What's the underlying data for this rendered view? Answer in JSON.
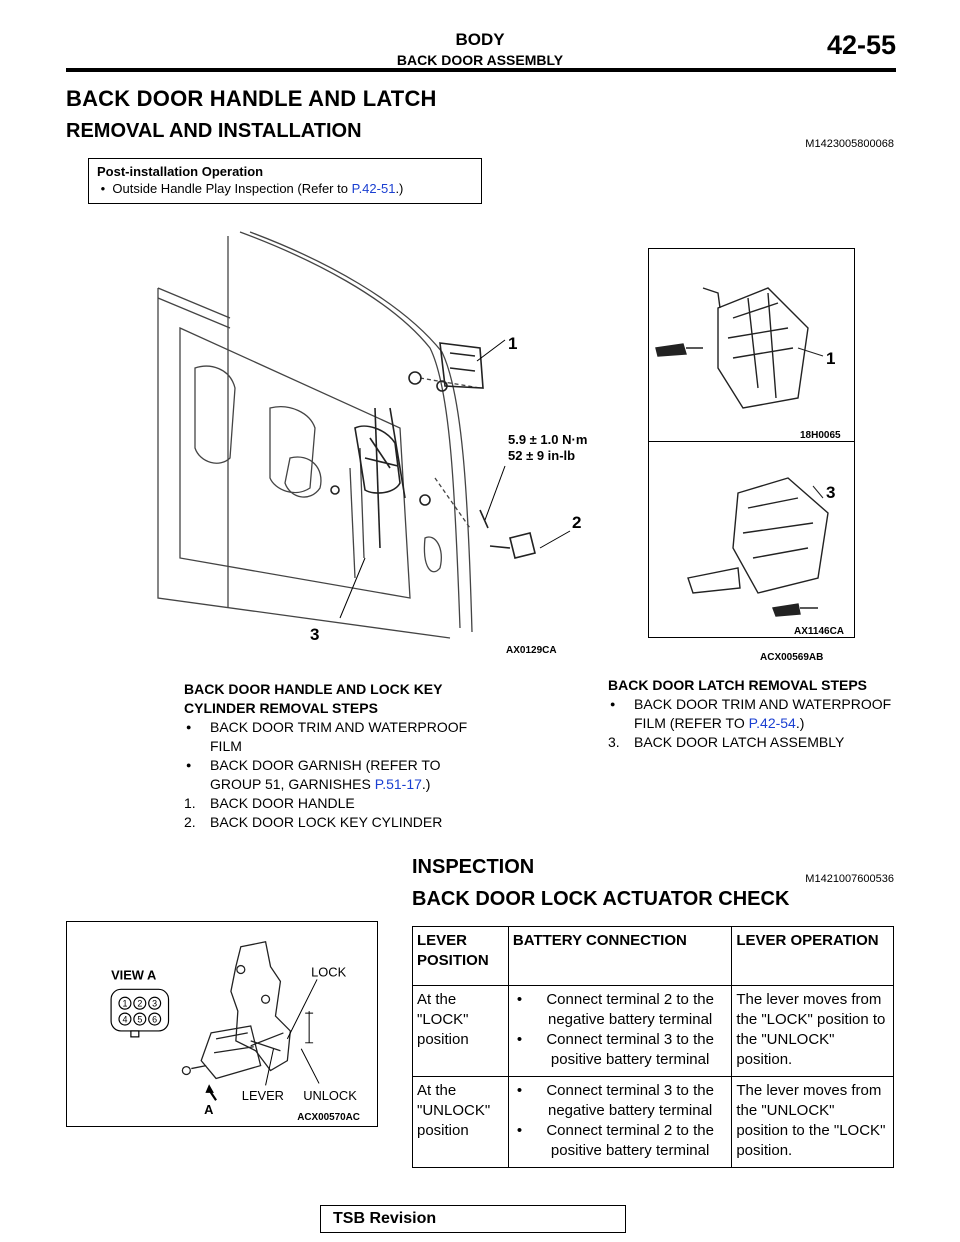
{
  "header": {
    "section": "BODY",
    "subsection": "BACK DOOR ASSEMBLY",
    "page": "42-55"
  },
  "title": "BACK DOOR HANDLE AND LATCH",
  "removal": {
    "heading": "REMOVAL AND INSTALLATION",
    "code": "M1423005800068",
    "post_title": "Post-installation Operation",
    "post_item_prefix": "Outside Handle Play Inspection (Refer to ",
    "post_item_link": "P.42-51",
    "post_item_suffix": ".)"
  },
  "figure_main": {
    "callout_1": "1",
    "callout_2": "2",
    "callout_3": "3",
    "torque_nm": "5.9 ± 1.0 N·m",
    "torque_inlb": "52 ± 9 in-lb",
    "code": "AX0129CA"
  },
  "figure_side": {
    "callout_1": "1",
    "callout_3": "3",
    "code_top": "18H0065",
    "code_bottom": "AX1146CA",
    "code_outer": "ACX00569AB"
  },
  "handle_steps": {
    "title": "BACK DOOR HANDLE AND LOCK KEY CYLINDER REMOVAL STEPS",
    "bullet_1": "BACK DOOR TRIM AND WATERPROOF FILM",
    "bullet_2_prefix": "BACK DOOR GARNISH (REFER TO GROUP 51, GARNISHES ",
    "bullet_2_link": "P.51-17",
    "bullet_2_suffix": ".)",
    "num_1": "1.",
    "step_1": "BACK DOOR HANDLE",
    "num_2": "2.",
    "step_2": "BACK DOOR LOCK KEY CYLINDER"
  },
  "latch_steps": {
    "title": "BACK DOOR LATCH REMOVAL STEPS",
    "bullet_1_prefix": "BACK DOOR TRIM AND WATERPROOF FILM (REFER TO ",
    "bullet_1_link": "P.42-54",
    "bullet_1_suffix": ".)",
    "num_3": "3.",
    "step_3": "BACK DOOR LATCH ASSEMBLY"
  },
  "inspection": {
    "heading": "INSPECTION",
    "code": "M1421007600536",
    "subheading": "BACK DOOR LOCK ACTUATOR CHECK"
  },
  "actuator_figure": {
    "view": "VIEW A",
    "lock": "LOCK",
    "lever": "LEVER",
    "unlock": "UNLOCK",
    "arrow_label": "A",
    "code": "ACX00570AC",
    "pins": [
      "1",
      "2",
      "3",
      "4",
      "5",
      "6"
    ]
  },
  "table": {
    "headers": [
      "LEVER POSITION",
      "BATTERY CONNECTION",
      "LEVER OPERATION"
    ],
    "rows": [
      {
        "position": "At the \"LOCK\" position",
        "conn_1": "Connect terminal 2 to the negative battery terminal",
        "conn_2": "Connect terminal 3 to the positive battery terminal",
        "operation": "The lever moves from the \"LOCK\" position to the \"UNLOCK\" position."
      },
      {
        "position": "At the \"UNLOCK\" position",
        "conn_1": "Connect terminal 3 to the negative battery terminal",
        "conn_2": "Connect terminal 2 to the positive battery terminal",
        "operation": "The lever moves from the \"UNLOCK\" position to the \"LOCK\" position."
      }
    ]
  },
  "footer": {
    "tsb": "TSB Revision"
  }
}
